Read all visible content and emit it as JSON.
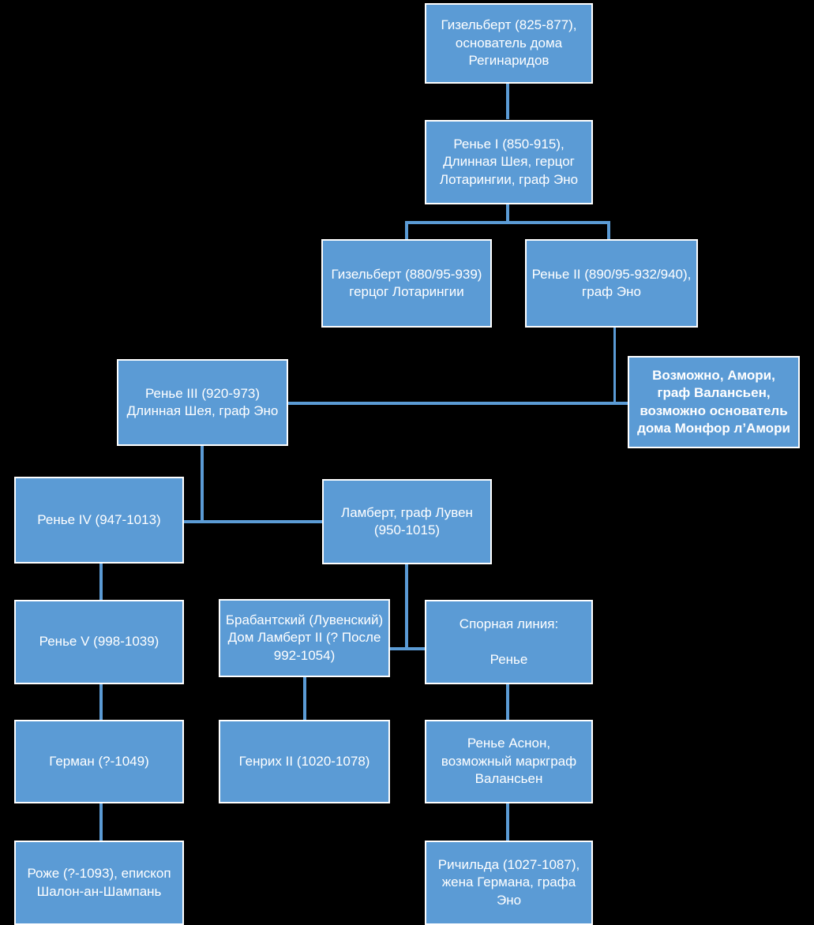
{
  "diagram": {
    "title": "Genealogical chart of the House of Reginarids",
    "background_color": "#000000",
    "node_fill_color": "#5B9BD5",
    "node_border_color": "#FFFFFF",
    "node_text_color": "#FFFFFF",
    "connector_color": "#5B9BD5",
    "nodes": [
      {
        "id": "gizelbert-825",
        "label": "Гизельберт (825-877), основатель дома Регинаридов",
        "bold": false
      },
      {
        "id": "renye-1",
        "label": "Ренье I (850-915), Длинная Шея, герцог Лотарингии, граф Эно",
        "bold": false
      },
      {
        "id": "gizelbert-880",
        "label": "Гизельберт (880/95-939) герцог Лотарингии",
        "bold": false
      },
      {
        "id": "renye-2",
        "label": "Ренье II (890/95-932/940), граф Эно",
        "bold": false
      },
      {
        "id": "renye-3",
        "label": "Ренье III (920-973) Длинная Шея, граф Эно",
        "bold": false
      },
      {
        "id": "amori",
        "label": "Возможно, Амори, граф Валансьен, возможно основатель дома Монфор л’Амори",
        "bold": true
      },
      {
        "id": "renye-4",
        "label": "Ренье IV (947-1013)",
        "bold": false
      },
      {
        "id": "lambert",
        "label": "Ламберт, граф Лувен (950-1015)",
        "bold": false
      },
      {
        "id": "renye-5",
        "label": "Ренье V (998-1039)",
        "bold": false
      },
      {
        "id": "brabant",
        "label": "Брабантский (Лувенский) Дом Ламберт II (? После 992-1054)",
        "bold": false
      },
      {
        "id": "sporn",
        "label": "Спорная линия:\n\nРенье",
        "bold": false
      },
      {
        "id": "german",
        "label": "Герман (?-1049)",
        "bold": false
      },
      {
        "id": "genrih-2",
        "label": "Генрих II (1020-1078)",
        "bold": false
      },
      {
        "id": "renye-asnon",
        "label": "Ренье Аснон, возможный маркграф Валансьен",
        "bold": false
      },
      {
        "id": "rozhe",
        "label": "Роже (?-1093), епископ Шалон-ан-Шампань",
        "bold": false
      },
      {
        "id": "richilda",
        "label": "Ричильда (1027-1087), жена Германа, графа Эно",
        "bold": false
      }
    ],
    "edges": [
      {
        "from": "gizelbert-825",
        "to": "renye-1"
      },
      {
        "from": "renye-1",
        "to": "gizelbert-880"
      },
      {
        "from": "renye-1",
        "to": "renye-2"
      },
      {
        "from": "renye-2",
        "to": "amori"
      },
      {
        "from": "renye-3",
        "to": "amori"
      },
      {
        "from": "renye-3",
        "to": "renye-4"
      },
      {
        "from": "renye-4",
        "to": "lambert"
      },
      {
        "from": "renye-4",
        "to": "renye-5"
      },
      {
        "from": "lambert",
        "to": "brabant"
      },
      {
        "from": "lambert",
        "to": "sporn"
      },
      {
        "from": "renye-5",
        "to": "german"
      },
      {
        "from": "brabant",
        "to": "genrih-2"
      },
      {
        "from": "sporn",
        "to": "renye-asnon"
      },
      {
        "from": "german",
        "to": "rozhe"
      },
      {
        "from": "renye-asnon",
        "to": "richilda"
      }
    ]
  }
}
